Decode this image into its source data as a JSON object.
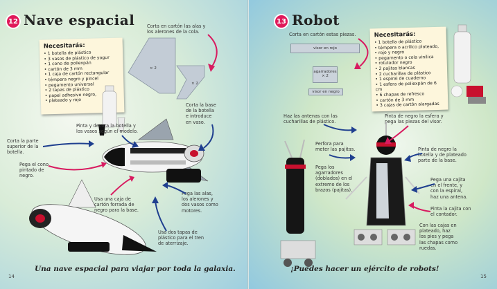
{
  "left": {
    "badge": "12",
    "title": "Nave espacial",
    "materials_heading": "Necesitarás:",
    "materials": [
      "1 botella de plástico",
      "3 vasos de plástico de yogur",
      "1 cono de poliexpán",
      "cartón de 3 mm",
      "1 caja de cartón rectangular",
      "témpera negro y pincel",
      "pegamento universal",
      "2 tapas de plástico",
      "papel adhesivo negro,",
      "plateado y rojo"
    ],
    "template_label": "× 2",
    "template_label_2": "× 2",
    "notes": {
      "cut_wings": [
        "Corta en cartón las alas y",
        "los alerones de la cola."
      ],
      "cut_base": [
        "Corta la base",
        "de la botella",
        "e introduce",
        "en vaso."
      ],
      "paint_bottle": [
        "Pinta y decora la botella y",
        "los vasos según el modelo."
      ],
      "cut_top": [
        "Corta la parte",
        "superior de la",
        "botella."
      ],
      "glue_cone": [
        "Pega el cono",
        "pintado de",
        "negro."
      ],
      "box_base": [
        "Usa una caja de",
        "cartón forrada de",
        "negro para la base."
      ],
      "glue_wings": [
        "Pega las alas,",
        "los alerones y",
        "dos vasos como",
        "motores."
      ],
      "lids": [
        "Usa dos tapas de",
        "plástico para el tren",
        "de aterrizaje."
      ]
    },
    "caption": "Una nave espacial para viajar por toda la galaxia.",
    "page_number": "14"
  },
  "right": {
    "badge": "13",
    "title": "Robot",
    "cut_note": "Corta en cartón estas piezas.",
    "templates": {
      "t1": "visor en rojo",
      "t2a": "agarradores",
      "t2b": "× 2",
      "t3": "visor en negro"
    },
    "materials_heading": "Necesitarás:",
    "materials": [
      "1 botella de plástico",
      "témpera o acrílico plateado,",
      "rojo y negro",
      "pegamento o cola vinílica",
      "rotulador negro",
      "2 pajitas blancas",
      "2 cucharillas de plástico",
      "1 espiral de cuaderno",
      "1 esfera de poliexpán de 6 cm",
      "6 chapas de refresco",
      "cartón de 3 mm",
      "3 cajas de cartón alargadas"
    ],
    "notes": {
      "antennas": [
        "Haz las antenas con las",
        "cucharillas de plástico."
      ],
      "paint_sphere": [
        "Pinta de negro la esfera y",
        "pega las piezas del visor."
      ],
      "perforate": [
        "Perfora para",
        "meter las pajitas."
      ],
      "paint_bottle": [
        "Pinta de negro la",
        "botella y de plateado",
        "parte de la base."
      ],
      "grippers": [
        "Pega los",
        "agarradores",
        "(doblados) en el",
        "extremo de los",
        "brazos (pajitas)."
      ],
      "box_front": [
        "Pega una cajita",
        "en el frente, y",
        "con la espiral,",
        "haz una antena."
      ],
      "paint_box": [
        "Pinta la cajita con",
        "el contador."
      ],
      "feet": [
        "Con las cajas en",
        "plateado, haz",
        "los pies y pega",
        "las chapas como",
        "ruedas."
      ]
    },
    "caption": "¡Puedes hacer un ejército de robots!",
    "page_number": "15"
  },
  "colors": {
    "accent": "#e0195a",
    "arrow_blue": "#1f3f8f",
    "arrow_pink": "#d81b60",
    "note_paper": "#fdf6dc"
  }
}
